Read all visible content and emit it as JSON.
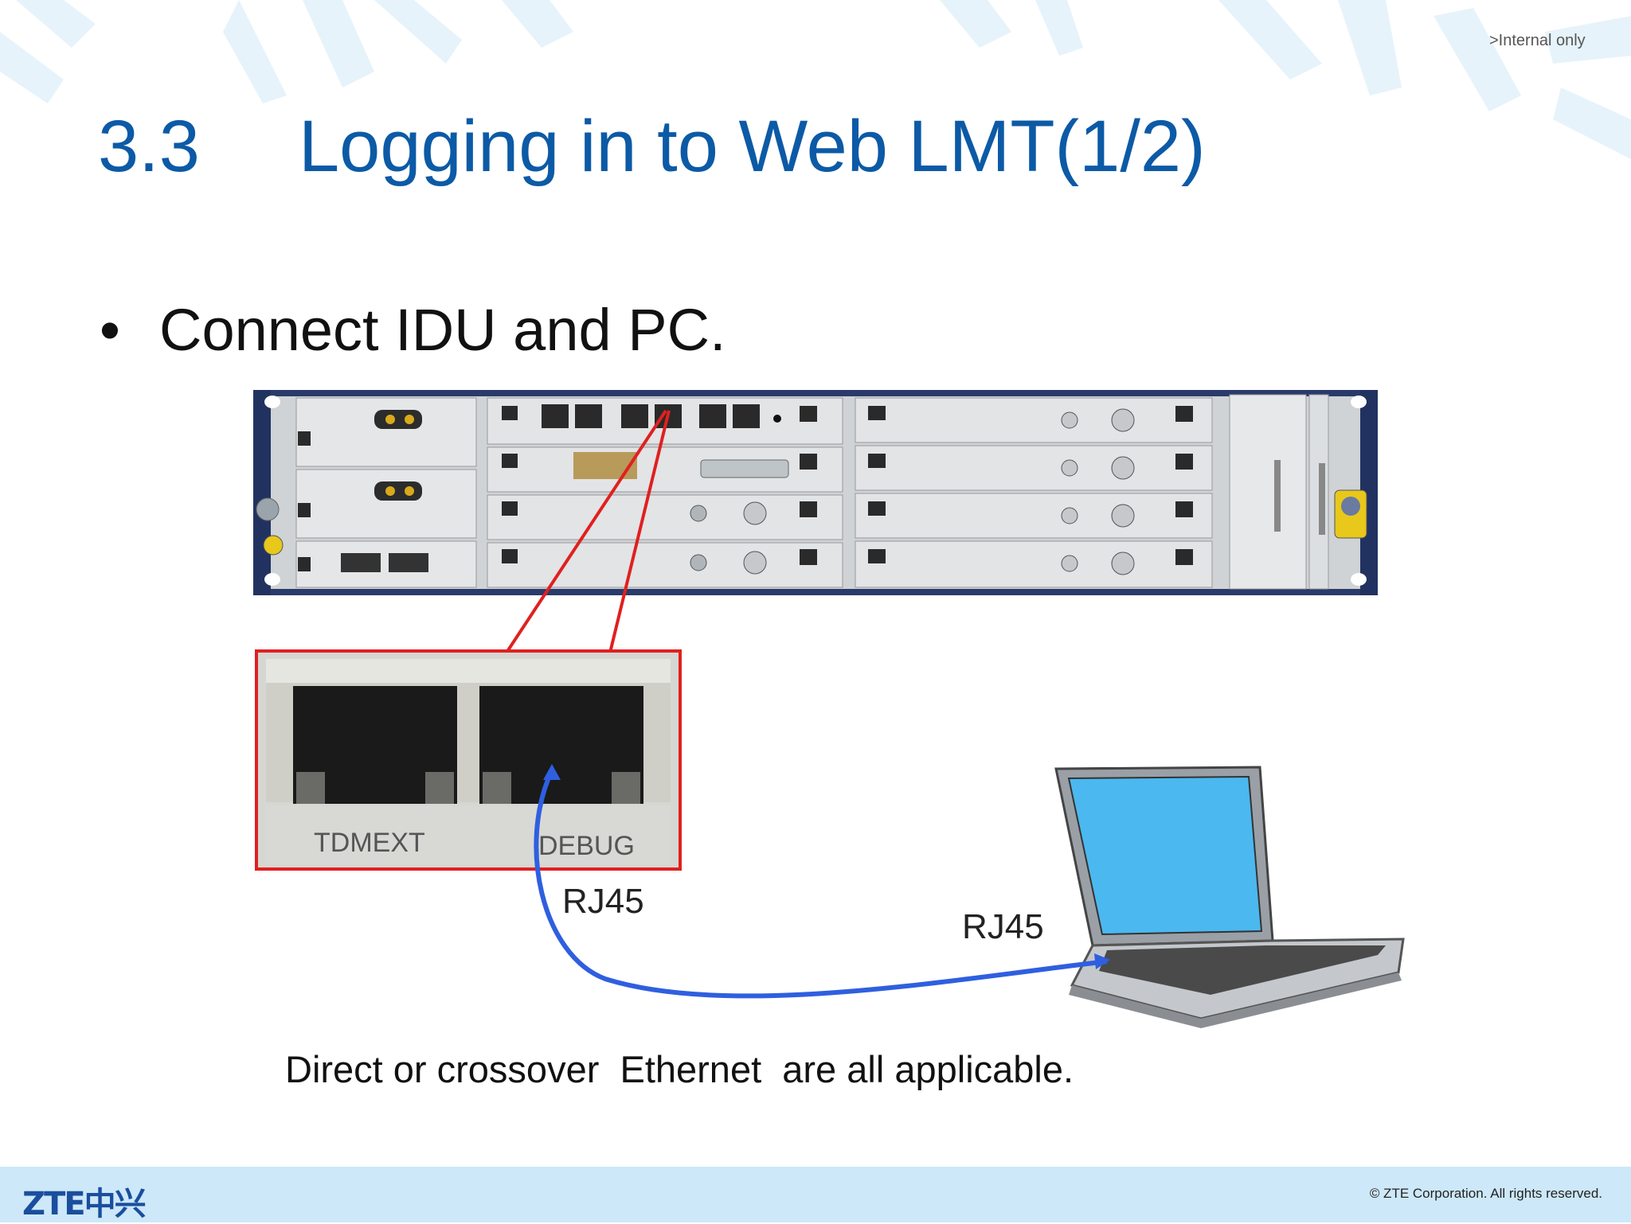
{
  "header": {
    "classification": ">Internal only",
    "section_number": "3.3",
    "title": "Logging in to Web LMT(1/2)"
  },
  "body": {
    "bullet": "Connect IDU and PC.",
    "caption": "Direct or crossover  Ethernet  are all applicable."
  },
  "diagram": {
    "idu_port_labels": [
      "TDMEXT",
      "DEBUG"
    ],
    "cable_end_label_idu": "RJ45",
    "cable_end_label_pc": "RJ45",
    "colors": {
      "zoom_frame": "#e02020",
      "cable": "#2f5fe0",
      "laptop_screen": "#4bb8f0"
    }
  },
  "footer": {
    "logo": "ZTE中兴",
    "copyright": "© ZTE Corporation. All rights reserved."
  }
}
